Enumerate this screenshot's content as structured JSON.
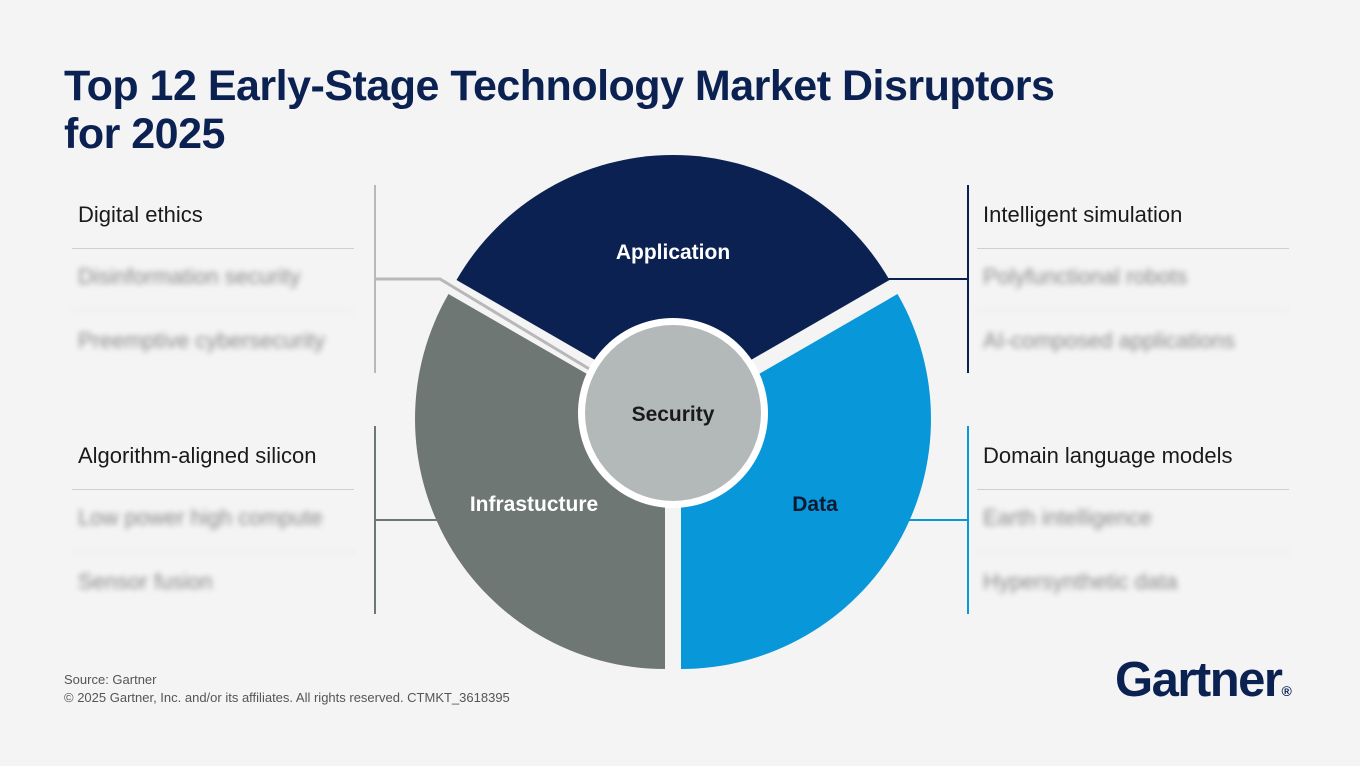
{
  "title": {
    "line1": "Top 12 Early-Stage Technology Market Disruptors",
    "line2": "for 2025"
  },
  "wheel": {
    "center": "Security",
    "segments": [
      {
        "label": "Application",
        "color": "#0b2152",
        "text_color": "#ffffff"
      },
      {
        "label": "Data",
        "color": "#0897d8",
        "text_color": "#0b1a33"
      },
      {
        "label": "Infrastucture",
        "color": "#6e7774",
        "text_color": "#ffffff"
      }
    ],
    "center_color": "#b3b9b9"
  },
  "groups": {
    "security": {
      "line_color": "#b8b8b8",
      "items": [
        "Digital ethics",
        "Disinformation security",
        "Preemptive cybersecurity"
      ]
    },
    "infrastructure": {
      "line_color": "#6e7774",
      "items": [
        "Algorithm-aligned silicon",
        "Low power high compute",
        "Sensor fusion"
      ]
    },
    "application": {
      "line_color": "#0b2152",
      "items": [
        "Intelligent simulation",
        "Polyfunctional robots",
        "AI-composed applications"
      ]
    },
    "data": {
      "line_color": "#0897d8",
      "items": [
        "Domain language models",
        "Earth intelligence",
        "Hypersynthetic data"
      ]
    }
  },
  "footer": {
    "source": "Source: Gartner",
    "copyright": "© 2025 Gartner, Inc. and/or its affiliates. All rights reserved. CTMKT_3618395"
  },
  "logo": {
    "text": "Gartner",
    "mark": "®"
  }
}
